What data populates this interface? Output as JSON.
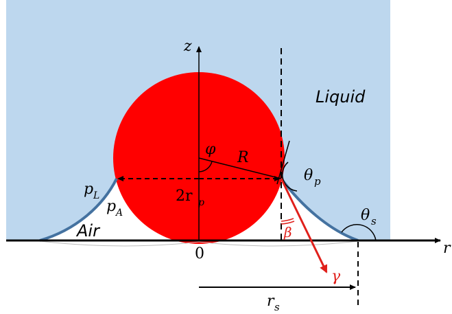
{
  "colors": {
    "liquid": "#bdd7ee",
    "particle": "#ff0000",
    "meniscus": "#4472a0",
    "axis": "#000000",
    "force": "#e0201b"
  },
  "labels": {
    "z_axis": "z",
    "r_axis": "r",
    "liquid": "Liquid",
    "air": "Air",
    "phi": "φ",
    "radius": "R",
    "theta_p": {
      "base": "θ",
      "sub": "p"
    },
    "theta_s": {
      "base": "θ",
      "sub": "s"
    },
    "p_L": {
      "base": "p",
      "sub": "L"
    },
    "p_A": {
      "base": "p",
      "sub": "A"
    },
    "diameter": {
      "base": "2r",
      "sub": "p"
    },
    "origin": "0",
    "beta": "β",
    "gamma": "γ",
    "r_s": {
      "base": "r",
      "sub": "s"
    }
  }
}
